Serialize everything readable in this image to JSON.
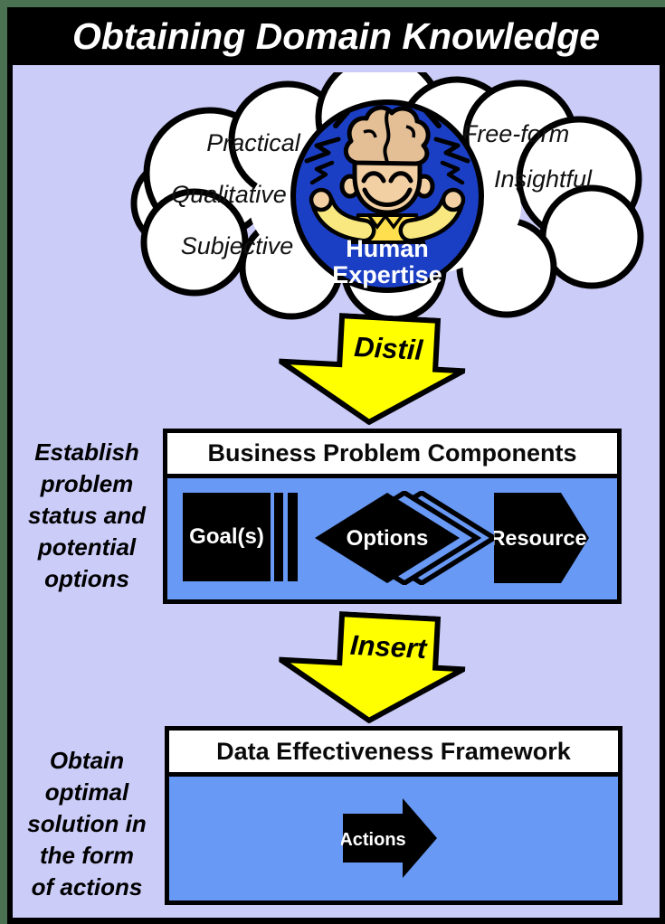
{
  "title": "Obtaining Domain Knowledge",
  "cloud": {
    "labels": [
      "Practical",
      "Qualitative",
      "Subjective",
      "Free-form",
      "Insightful"
    ],
    "center_badge": {
      "line1": "Human",
      "line2": "Expertise"
    }
  },
  "arrows": {
    "distil": "Distil",
    "insert": "Insert"
  },
  "boxes": {
    "business": {
      "header": "Business Problem Components",
      "items": {
        "goal": "Goal(s)",
        "options": "Options",
        "resource": "Resource"
      }
    },
    "framework": {
      "header": "Data Effectiveness Framework",
      "items": {
        "actions": "Actions"
      }
    }
  },
  "left_notes": [
    {
      "lines": [
        "Establish",
        "problem",
        "status and",
        "potential",
        "options"
      ]
    },
    {
      "lines": [
        "Obtain",
        "optimal",
        "solution in",
        "the form",
        "of actions"
      ]
    }
  ],
  "colors": {
    "outer_border_green": "#4B7153",
    "background_lavender": "#CBCCF8",
    "box_blue": "#6899F5",
    "expertise_circle_blue": "#1B3FC4",
    "arrow_yellow": "#FFFF00",
    "shape_black": "#000000",
    "skin": "#F2D0A4",
    "brain_tan": "#E4BE95",
    "shirt_yellow": "#FFDF4D",
    "sleeve_yellow": "#F8E87F"
  }
}
